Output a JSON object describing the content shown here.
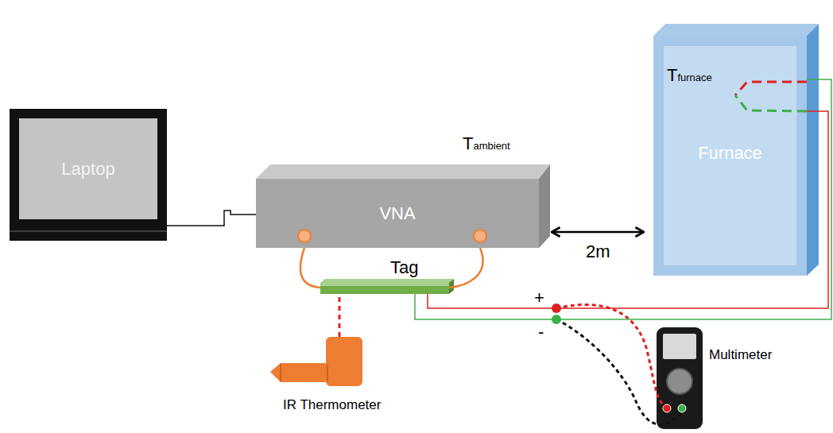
{
  "diagram": {
    "nodes": [
      {
        "text": [
          "Laptop"
        ]
      },
      {
        "text": [
          "VNA"
        ]
      },
      {
        "text": [
          "Tfurnace",
          "Furnace"
        ]
      },
      {
        "text": [
          "Tag"
        ]
      }
    ],
    "edges": [
      {
        "from": 0,
        "to": 1,
        "arrow": "none"
      },
      {
        "from": 1,
        "to": 3,
        "arrow": "none"
      },
      {
        "from": 1,
        "to": 3,
        "arrow": "none"
      },
      {
        "from": 1,
        "to": 2,
        "label": "2m",
        "arrow": "both"
      },
      {
        "from": 3,
        "to": 2,
        "arrow": "none"
      },
      {
        "from": 3,
        "to": 2,
        "arrow": "none"
      }
    ],
    "labels": [
      "Tambient",
      "+",
      "-",
      "IR Thermometer",
      "Multimeter"
    ]
  }
}
